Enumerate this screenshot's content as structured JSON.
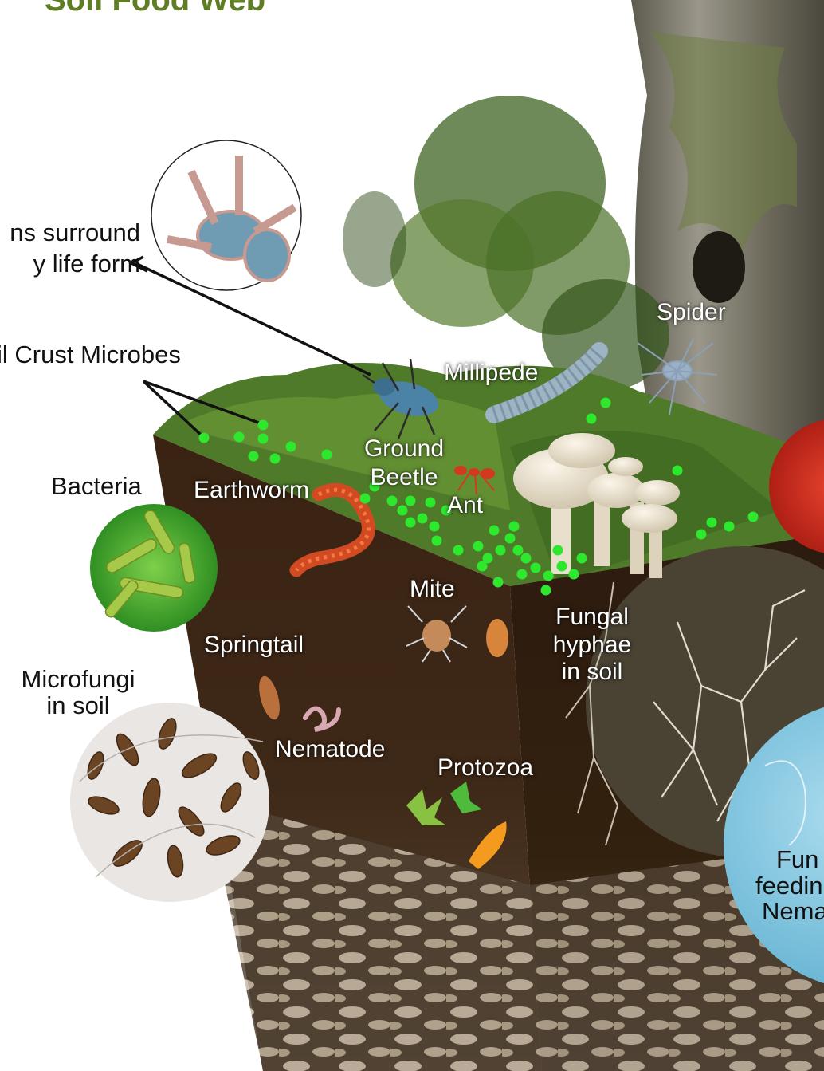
{
  "title": "Soil Food Web",
  "callouts": {
    "surround_line1": "ns surround",
    "surround_line2": "y life form",
    "soil_crust": "il Crust Microbes",
    "bacteria": "Bacteria",
    "microfungi_line1": "Microfungi",
    "microfungi_line2": "in soil",
    "fungal_feeding_line1": "Fun",
    "fungal_feeding_line2": "feedin",
    "fungal_feeding_line3": "Nema"
  },
  "organisms": {
    "earthworm": "Earthworm",
    "ground_beetle_line1": "Ground",
    "ground_beetle_line2": "Beetle",
    "millipede": "Millipede",
    "spider": "Spider",
    "ant": "Ant",
    "mite": "Mite",
    "fungal_hyphae_line1": "Fungal",
    "fungal_hyphae_line2": "hyphae",
    "fungal_hyphae_line3": "in soil",
    "springtail": "Springtail",
    "nematode": "Nematode",
    "protozoa": "Protozoa"
  },
  "colors": {
    "title": "#5f7d23",
    "soil": "#3b2414",
    "soil_side": "#2e1c10",
    "grass": "#4f7a2a",
    "microbe_dots": "#2ee82e",
    "bacteria_bg": "#3fae2c",
    "microfungi_bg": "#e9e6e4",
    "nematode_circle_bg": "#7fc3dc",
    "tree_bark": "#7b7668"
  }
}
